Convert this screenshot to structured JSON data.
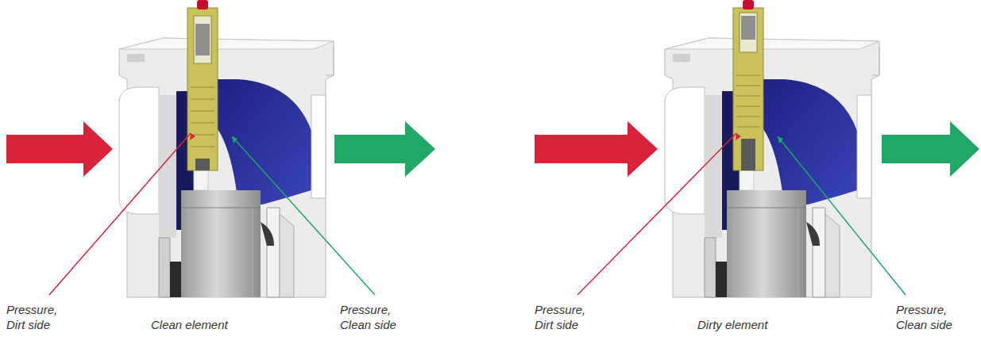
{
  "diagram": {
    "labels": [
      "Pressure, Dirt side",
      "Clean element",
      "Pressure, Clean side",
      "Pressure, Dirt side",
      "Dirty element",
      "Pressure, Clean side"
    ]
  }
}
